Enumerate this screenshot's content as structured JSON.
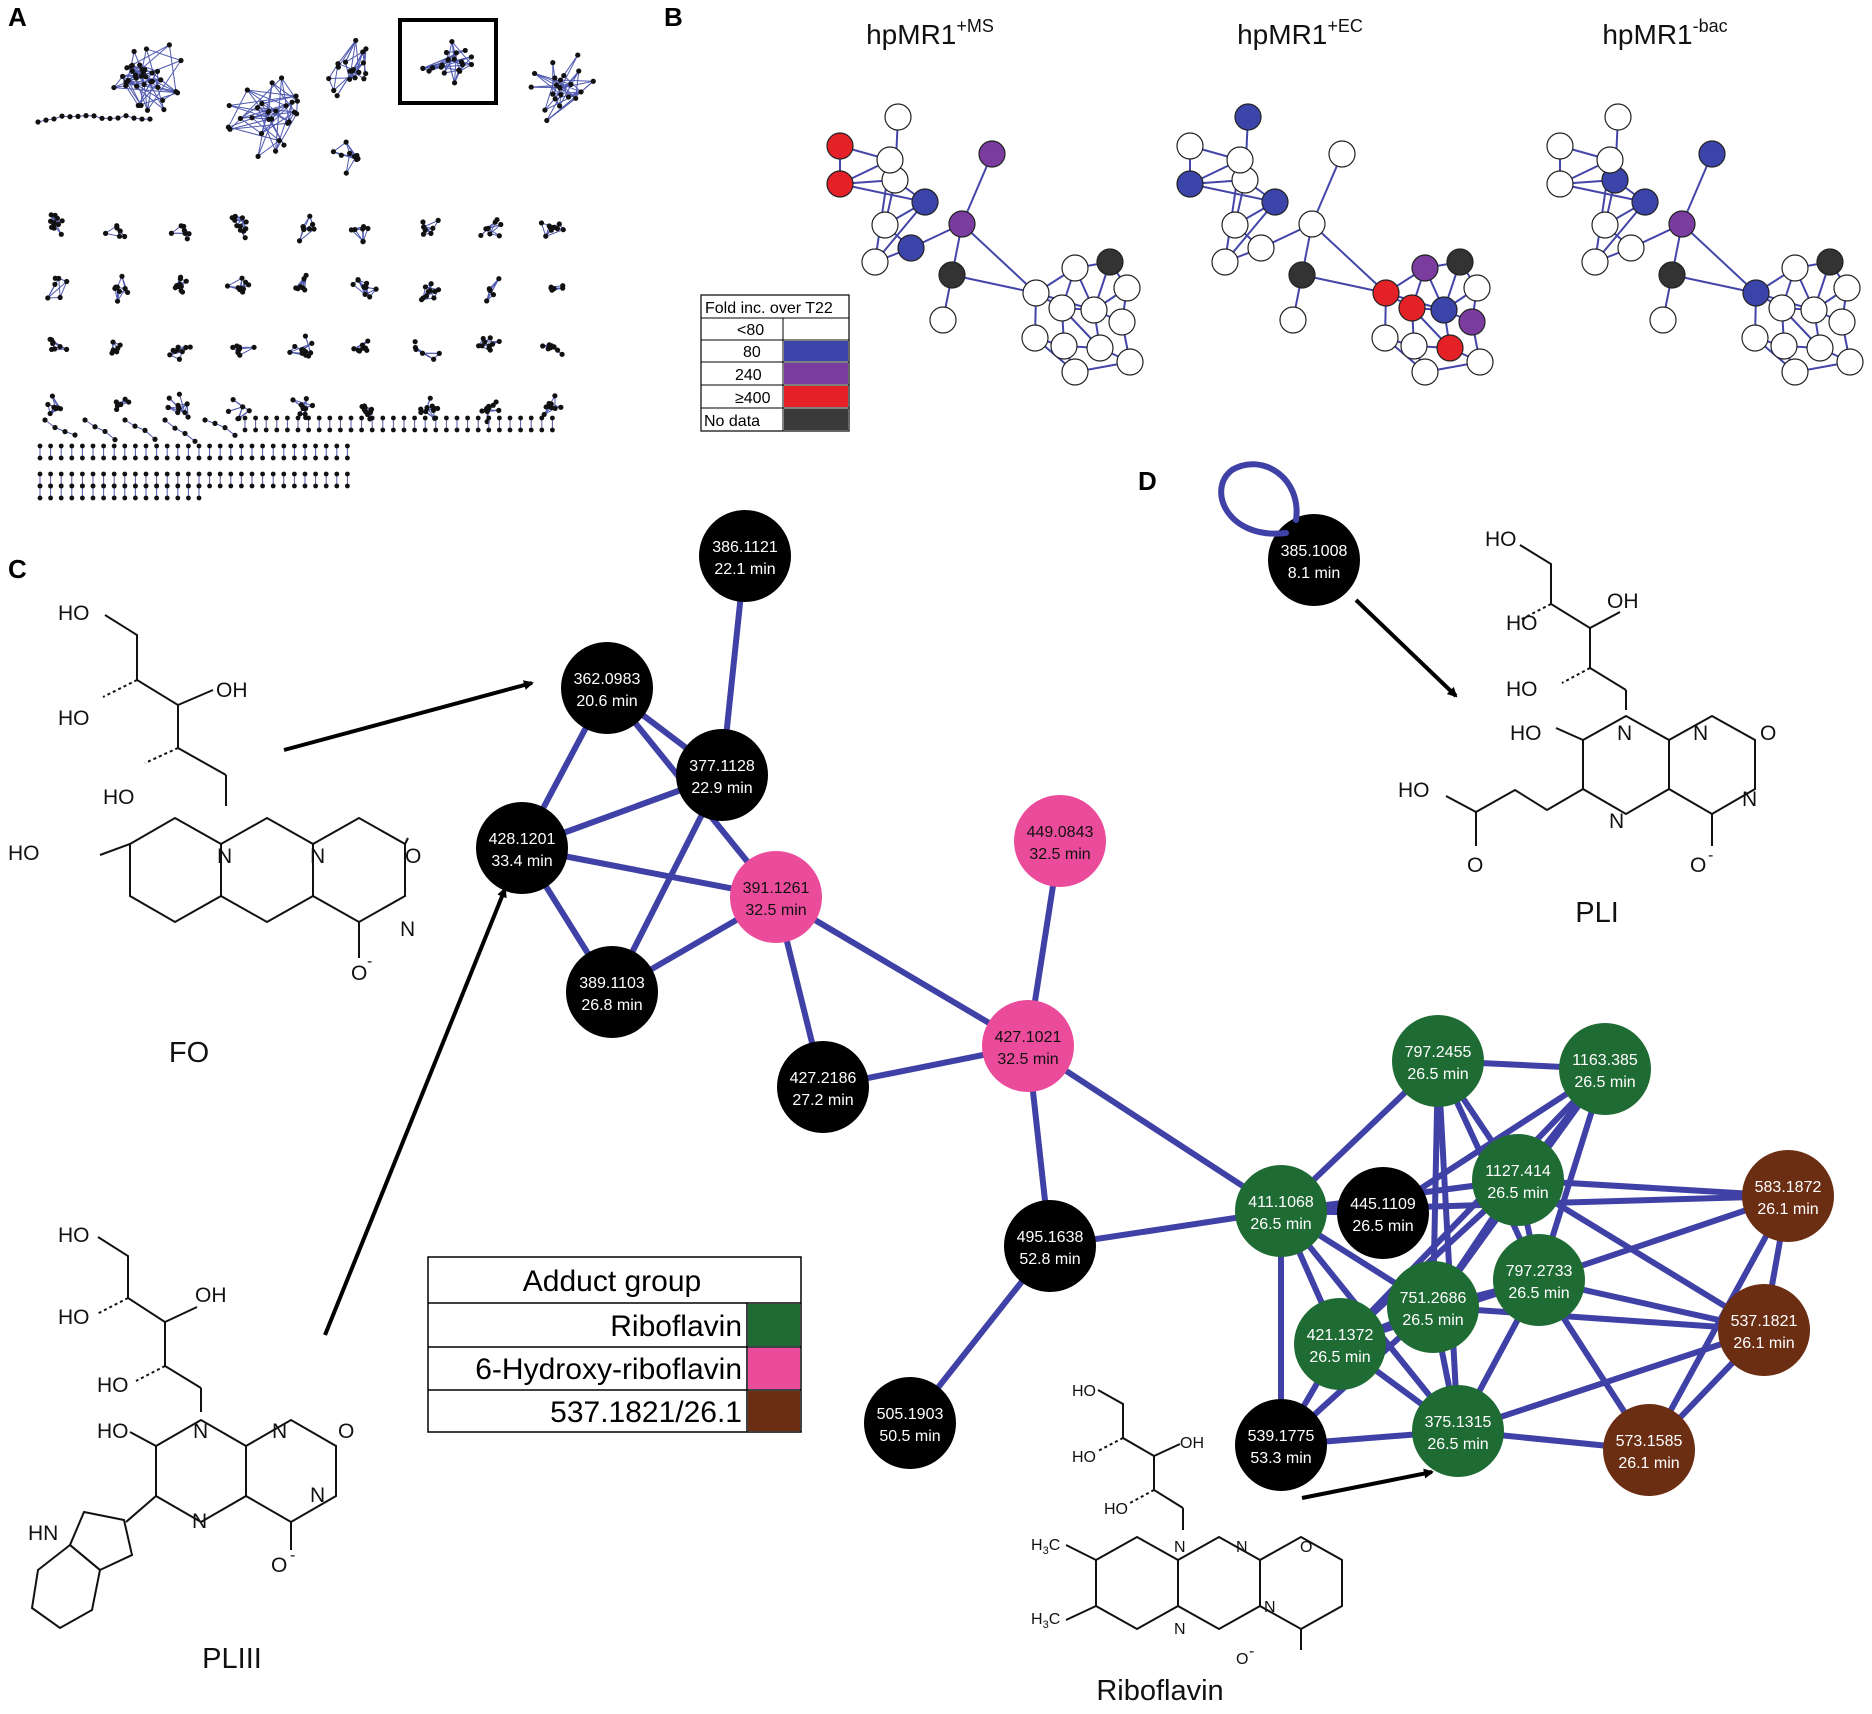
{
  "panels": {
    "A": "A",
    "B": "B",
    "C": "C",
    "D": "D"
  },
  "panel_b": {
    "titles": [
      {
        "base": "hpMR1",
        "sup": "+MS"
      },
      {
        "base": "hpMR1",
        "sup": "+EC"
      },
      {
        "base": "hpMR1",
        "sup": "-bac"
      }
    ],
    "legend": {
      "title": "Fold inc. over T22",
      "rows": [
        {
          "label": "<80",
          "color": "#ffffff"
        },
        {
          "label": "80",
          "color": "#3b44a8"
        },
        {
          "label": "240",
          "color": "#7a3c9e"
        },
        {
          "label": "≥400",
          "color": "#e32127"
        },
        {
          "label": "No data",
          "color": "#3a3a3a"
        }
      ]
    },
    "colors": {
      "white": "#ffffff",
      "blue": "#3b44a8",
      "purple": "#7a3c9e",
      "red": "#e32127",
      "dark": "#333333"
    }
  },
  "network_c": {
    "colors": {
      "black": "#000000",
      "pink": "#ea4b9a",
      "green": "#1f6b34",
      "brown": "#6b2e13",
      "edge": "#4041a6"
    },
    "nodes": [
      {
        "id": "n386",
        "mass": "386.1121",
        "rt": "22.1 min",
        "group": "black"
      },
      {
        "id": "n362",
        "mass": "362.0983",
        "rt": "20.6 min",
        "group": "black"
      },
      {
        "id": "n377",
        "mass": "377.1128",
        "rt": "22.9 min",
        "group": "black"
      },
      {
        "id": "n428",
        "mass": "428.1201",
        "rt": "33.4 min",
        "group": "black"
      },
      {
        "id": "n391",
        "mass": "391.1261",
        "rt": "32.5 min",
        "group": "pink"
      },
      {
        "id": "n389",
        "mass": "389.1103",
        "rt": "26.8 min",
        "group": "black"
      },
      {
        "id": "n449",
        "mass": "449.0843",
        "rt": "32.5 min",
        "group": "pink"
      },
      {
        "id": "n427a",
        "mass": "427.2186",
        "rt": "27.2 min",
        "group": "black"
      },
      {
        "id": "n427b",
        "mass": "427.1021",
        "rt": "32.5 min",
        "group": "pink"
      },
      {
        "id": "n495",
        "mass": "495.1638",
        "rt": "52.8 min",
        "group": "black"
      },
      {
        "id": "n505",
        "mass": "505.1903",
        "rt": "50.5 min",
        "group": "black"
      },
      {
        "id": "n411",
        "mass": "411.1068",
        "rt": "26.5 min",
        "group": "green"
      },
      {
        "id": "n445",
        "mass": "445.1109",
        "rt": "26.5 min",
        "group": "black"
      },
      {
        "id": "n797a",
        "mass": "797.2455",
        "rt": "26.5 min",
        "group": "green"
      },
      {
        "id": "n1163",
        "mass": "1163.385",
        "rt": "26.5 min",
        "group": "green"
      },
      {
        "id": "n1127",
        "mass": "1127.414",
        "rt": "26.5 min",
        "group": "green"
      },
      {
        "id": "n583",
        "mass": "583.1872",
        "rt": "26.1 min",
        "group": "brown"
      },
      {
        "id": "n797b",
        "mass": "797.2733",
        "rt": "26.5 min",
        "group": "green"
      },
      {
        "id": "n751",
        "mass": "751.2686",
        "rt": "26.5 min",
        "group": "green"
      },
      {
        "id": "n537",
        "mass": "537.1821",
        "rt": "26.1 min",
        "group": "brown"
      },
      {
        "id": "n421",
        "mass": "421.1372",
        "rt": "26.5 min",
        "group": "green"
      },
      {
        "id": "n539",
        "mass": "539.1775",
        "rt": "53.3 min",
        "group": "black"
      },
      {
        "id": "n375",
        "mass": "375.1315",
        "rt": "26.5 min",
        "group": "green"
      },
      {
        "id": "n573",
        "mass": "573.1585",
        "rt": "26.1 min",
        "group": "brown"
      },
      {
        "id": "n385",
        "mass": "385.1008",
        "rt": "8.1 min",
        "group": "black"
      }
    ],
    "edges": [
      [
        "n386",
        "n377"
      ],
      [
        "n362",
        "n377"
      ],
      [
        "n362",
        "n428"
      ],
      [
        "n362",
        "n391"
      ],
      [
        "n377",
        "n428"
      ],
      [
        "n377",
        "n389"
      ],
      [
        "n428",
        "n391"
      ],
      [
        "n428",
        "n389"
      ],
      [
        "n389",
        "n391"
      ],
      [
        "n391",
        "n427a"
      ],
      [
        "n391",
        "n427b"
      ],
      [
        "n427a",
        "n427b"
      ],
      [
        "n449",
        "n427b"
      ],
      [
        "n427b",
        "n495"
      ],
      [
        "n427b",
        "n411"
      ],
      [
        "n495",
        "n505"
      ],
      [
        "n495",
        "n411"
      ],
      [
        "n411",
        "n445"
      ],
      [
        "n411",
        "n797a"
      ],
      [
        "n411",
        "n1127"
      ],
      [
        "n411",
        "n751"
      ],
      [
        "n411",
        "n421"
      ],
      [
        "n411",
        "n539"
      ],
      [
        "n411",
        "n375"
      ],
      [
        "n411",
        "n583"
      ],
      [
        "n445",
        "n1163"
      ],
      [
        "n797a",
        "n1163"
      ],
      [
        "n797a",
        "n1127"
      ],
      [
        "n797a",
        "n751"
      ],
      [
        "n797a",
        "n797b"
      ],
      [
        "n797a",
        "n375"
      ],
      [
        "n1163",
        "n1127"
      ],
      [
        "n1163",
        "n797b"
      ],
      [
        "n1163",
        "n751"
      ],
      [
        "n1163",
        "n421"
      ],
      [
        "n1127",
        "n751"
      ],
      [
        "n1127",
        "n797b"
      ],
      [
        "n1127",
        "n421"
      ],
      [
        "n1127",
        "n583"
      ],
      [
        "n1127",
        "n537"
      ],
      [
        "n751",
        "n797b"
      ],
      [
        "n751",
        "n421"
      ],
      [
        "n751",
        "n375"
      ],
      [
        "n751",
        "n539"
      ],
      [
        "n751",
        "n537"
      ],
      [
        "n797b",
        "n583"
      ],
      [
        "n797b",
        "n537"
      ],
      [
        "n797b",
        "n375"
      ],
      [
        "n797b",
        "n573"
      ],
      [
        "n421",
        "n375"
      ],
      [
        "n421",
        "n539"
      ],
      [
        "n421",
        "n797b"
      ],
      [
        "n375",
        "n539"
      ],
      [
        "n375",
        "n537"
      ],
      [
        "n375",
        "n573"
      ],
      [
        "n583",
        "n573"
      ],
      [
        "n537",
        "n573"
      ],
      [
        "n583",
        "n537"
      ]
    ]
  },
  "adduct_legend": {
    "title": "Adduct group",
    "rows": [
      {
        "label": "Riboflavin",
        "color": "#1f6b34"
      },
      {
        "label": "6-Hydroxy-riboflavin",
        "color": "#ea4b9a"
      },
      {
        "label": "537.1821/26.1",
        "color": "#6b2e13"
      }
    ]
  },
  "structures": {
    "FO": {
      "name": "FO",
      "HO": "HO",
      "OH": "OH",
      "N": "N",
      "O": "O",
      "Ominus": "O",
      "minus": "-"
    },
    "PLIII": {
      "name": "PLIII",
      "HO": "HO",
      "OH": "OH",
      "N": "N",
      "O": "O",
      "HN": "HN",
      "minus": "-"
    },
    "Riboflavin": {
      "name": "Riboflavin",
      "HO": "HO",
      "OH": "OH",
      "N": "N",
      "O": "O",
      "H3C": "H",
      "sub3": "3",
      "C": "C",
      "minus": "-"
    },
    "PLI": {
      "name": "PLI",
      "HO": "HO",
      "OH": "OH",
      "N": "N",
      "O": "O",
      "minus": "-"
    }
  }
}
